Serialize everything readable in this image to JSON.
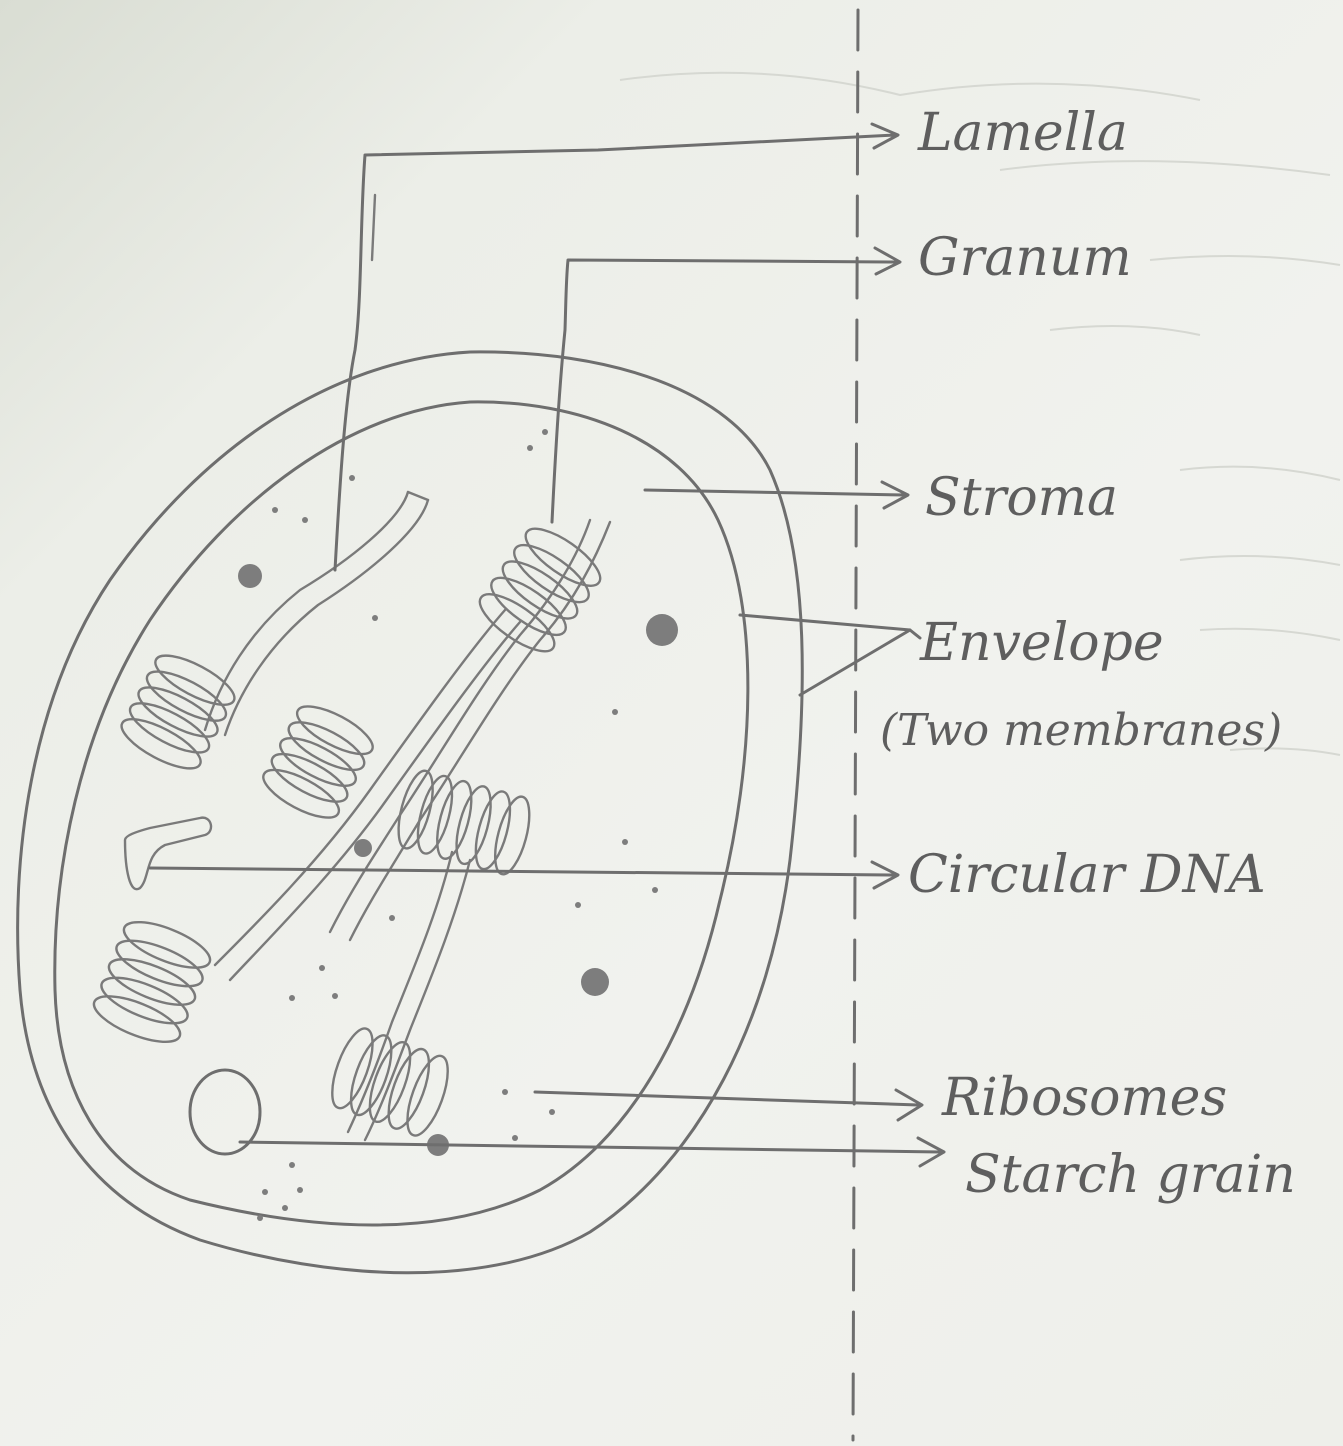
{
  "labels": {
    "lamella": "Lamella",
    "granum": "Granum",
    "stroma": "Stroma",
    "envelope": "Envelope",
    "envelope_note": "(Two membranes)",
    "circular_dna": "Circular DNA",
    "ribosomes": "Ribosomes",
    "starch_grain": "Starch grain"
  }
}
